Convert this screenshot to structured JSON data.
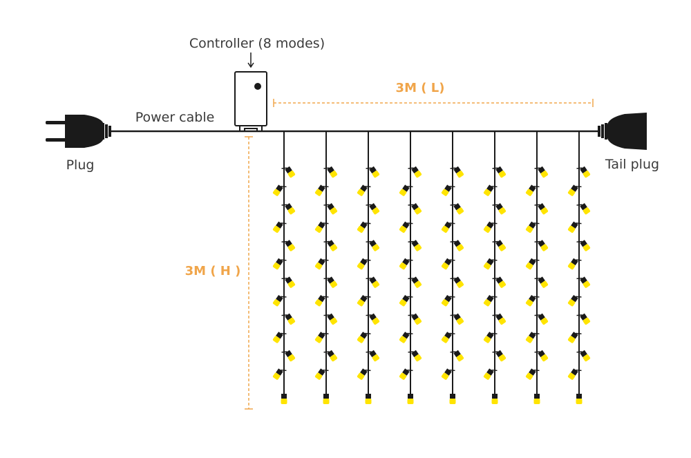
{
  "labels": {
    "controller": "Controller (8 modes)",
    "power_cable": "Power cable",
    "plug": "Plug",
    "tail_plug": "Tail plug",
    "length": "3M ( L)",
    "height": "3M ( H )"
  },
  "colors": {
    "line": "#1a1a1a",
    "dimension": "#f0a54a",
    "bulb": "#ffe400",
    "text": "#3a3a3a"
  },
  "curtain": {
    "strands": 8,
    "bulbs_per_strand": 13
  }
}
